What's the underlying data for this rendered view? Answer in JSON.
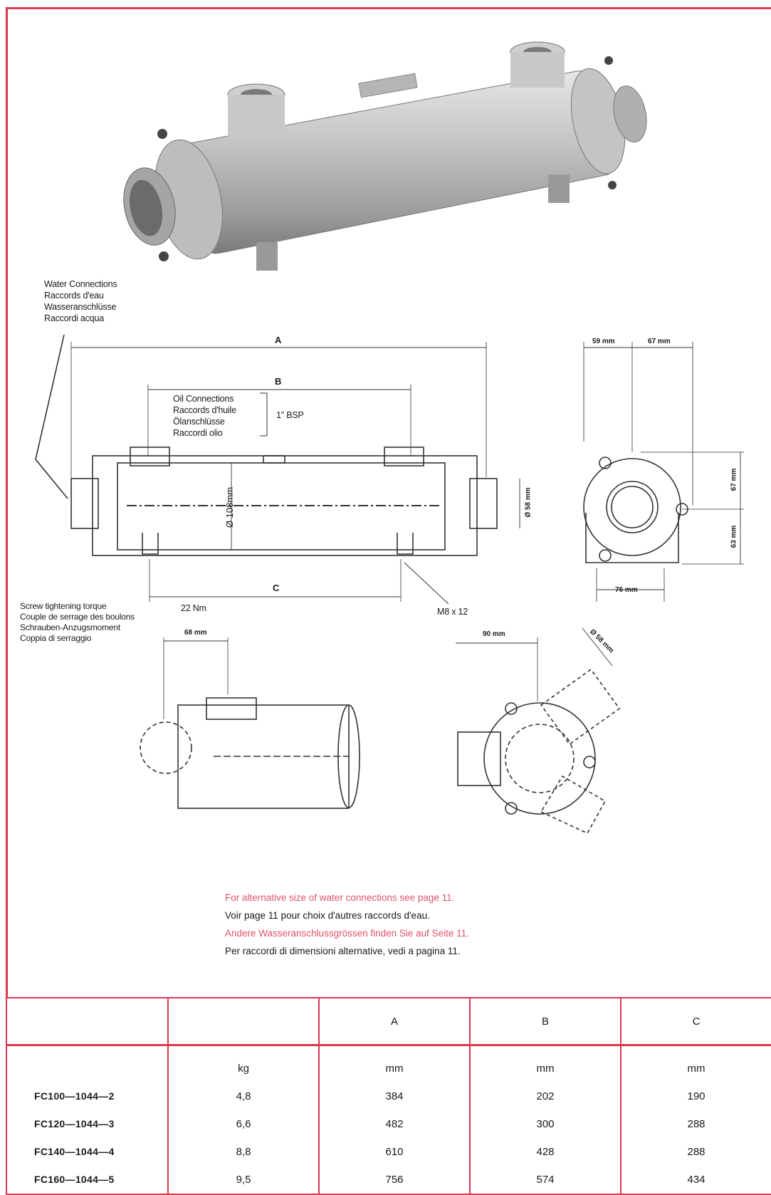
{
  "labels": {
    "water_connections": [
      "Water Connections",
      "Raccords d'eau",
      "Wasseranschlüsse",
      "Raccordi acqua"
    ],
    "oil_connections": [
      "Oil Connections",
      "Raccords d'huile",
      "Ölanschlüsse",
      "Raccordi olio"
    ],
    "oil_thread": "1\" BSP",
    "screw_torque": [
      "Screw tightening torque",
      "Couple de serrage des boulons",
      "Schrauben-Anzugsmoment",
      "Coppia di serraggio"
    ],
    "torque_value": "22 Nm",
    "bolt": "M8 x 12"
  },
  "dimensions": {
    "a": "A",
    "b": "B",
    "c": "C",
    "diameter_body": "Ø 108mm",
    "diameter_outlet": "Ø 58 mm",
    "side_59": "59 mm",
    "side_67": "67 mm",
    "side_67_vertical": "67 mm",
    "side_63_vertical": "63 mm",
    "side_76": "76 mm",
    "detail_68": "68 mm",
    "detail_90": "90 mm",
    "detail_58": "Ø 58 mm"
  },
  "notes": [
    {
      "text": "For alternative size of water connections see page 11.",
      "color": "red"
    },
    {
      "text": "Voir page 11 pour choix d'autres raccords d'eau.",
      "color": "black"
    },
    {
      "text": "Andere Wasseranschlussgrössen finden Sie auf Seite 11.",
      "color": "red"
    },
    {
      "text": "Per raccordi di dimensioni alternative, vedi a pagina 11.",
      "color": "black"
    }
  ],
  "table": {
    "headers": [
      "",
      "",
      "A",
      "B",
      "C"
    ],
    "units": [
      "kg",
      "mm",
      "mm",
      "mm"
    ],
    "rows": [
      {
        "model": "FC100—1044—2",
        "kg": "4,8",
        "a": "384",
        "b": "202",
        "c": "190"
      },
      {
        "model": "FC120—1044—3",
        "kg": "6,6",
        "a": "482",
        "b": "300",
        "c": "288"
      },
      {
        "model": "FC140—1044—4",
        "kg": "8,8",
        "a": "610",
        "b": "428",
        "c": "288"
      },
      {
        "model": "FC160—1044—5",
        "kg": "9,5",
        "a": "756",
        "b": "574",
        "c": "434"
      }
    ]
  }
}
